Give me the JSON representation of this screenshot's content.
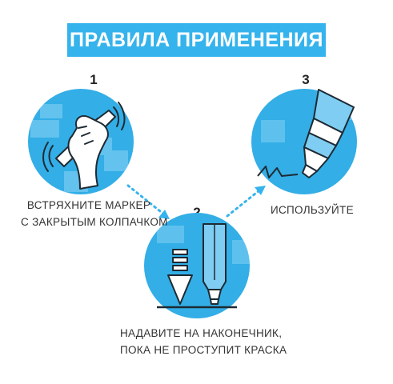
{
  "title": "ПРАВИЛА ПРИМЕНЕНИЯ",
  "colors": {
    "banner": "#35b3ec",
    "circle": "#33aee6",
    "circle_light": "#7fcdf2",
    "arrow": "#35b3ec",
    "outline": "#1e2a33"
  },
  "steps": [
    {
      "number": "1",
      "icon": "shake-marker-icon",
      "caption": [
        "ВСТРЯХНИТЕ МАРКЕР",
        "С ЗАКРЫТЫМ КОЛПАЧКОМ"
      ]
    },
    {
      "number": "2",
      "icon": "press-tip-icon",
      "caption": [
        "НАДАВИТЕ НА НАКОНЕЧНИК,",
        "ПОКА НЕ ПРОСТУПИТ КРАСКА"
      ]
    },
    {
      "number": "3",
      "icon": "write-marker-icon",
      "caption": [
        "ИСПОЛЬЗУЙТЕ"
      ]
    }
  ]
}
